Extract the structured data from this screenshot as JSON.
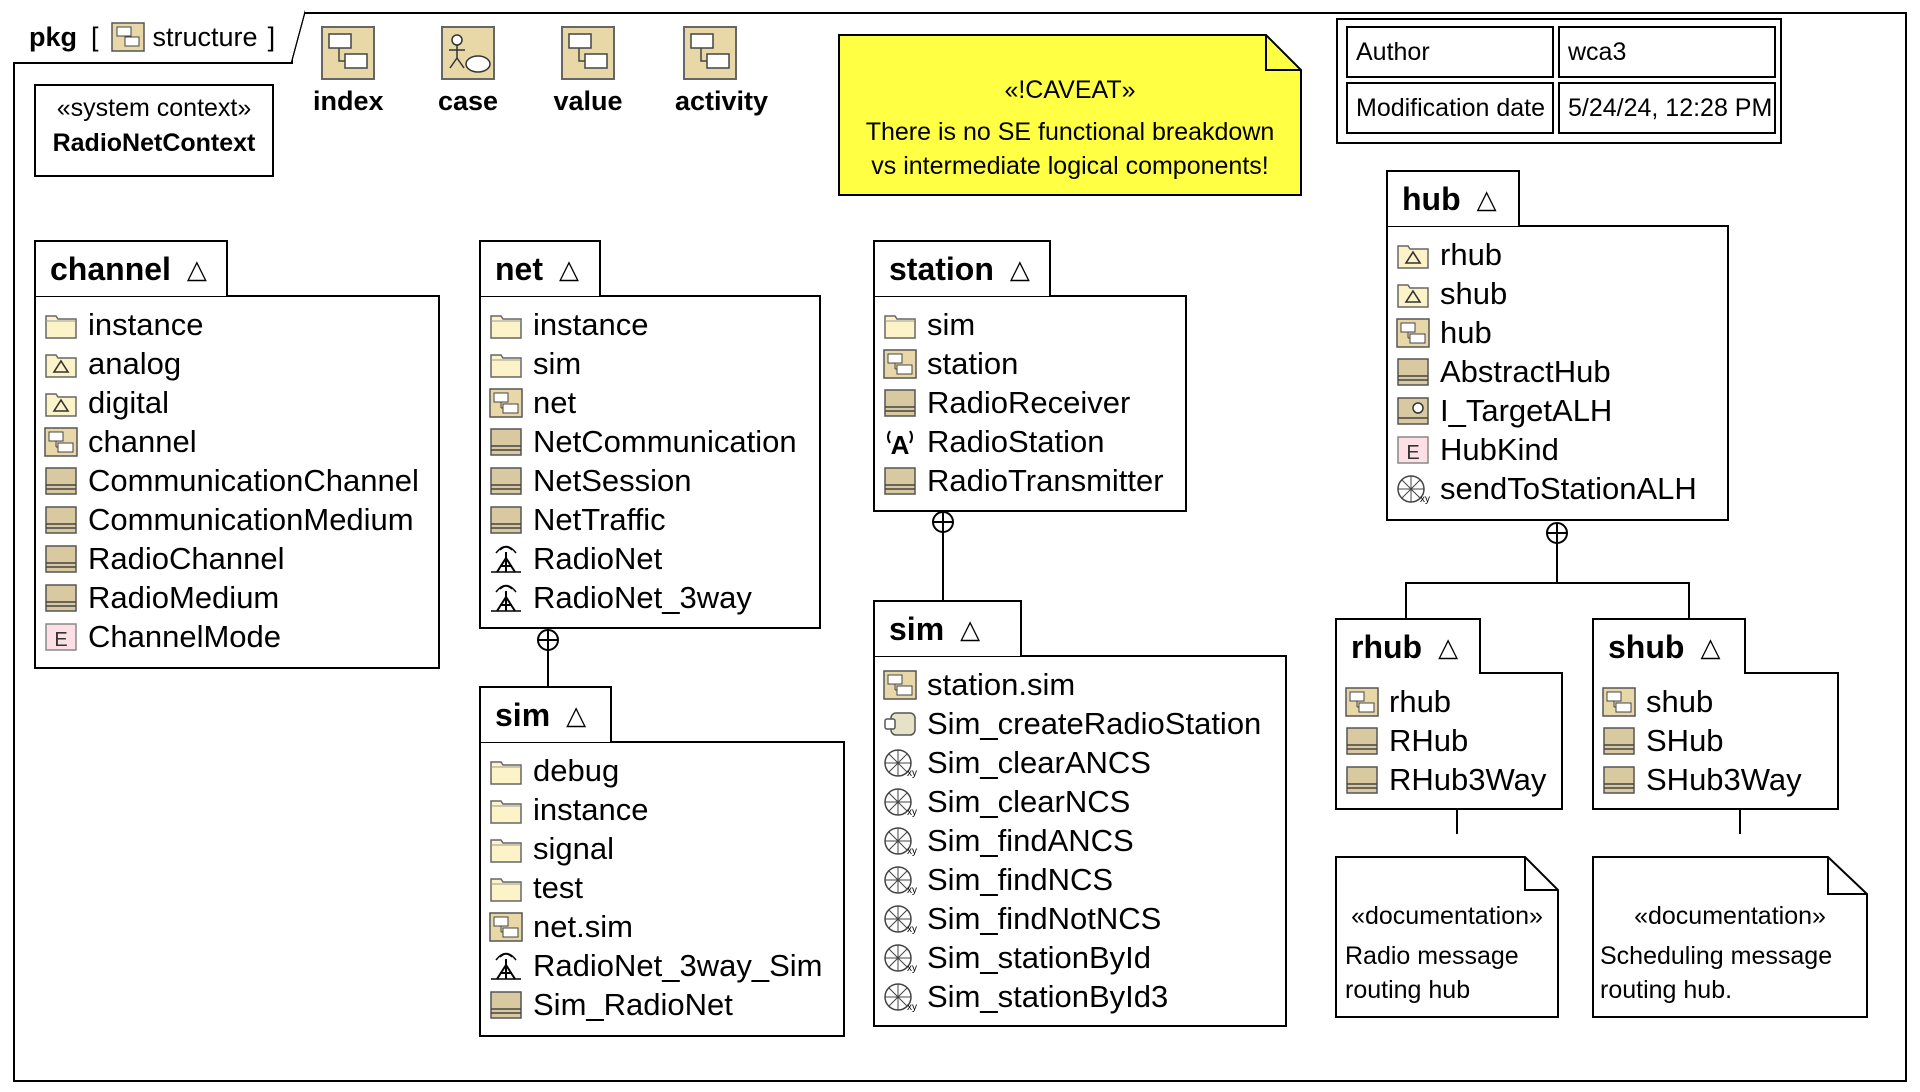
{
  "header": {
    "kind": "pkg",
    "name": "structure"
  },
  "context": {
    "stereotype": "«system context»",
    "name": "RadioNetContext"
  },
  "top_icons": [
    {
      "label": "index",
      "icon": "package-diagram-icon"
    },
    {
      "label": "case",
      "icon": "use-case-diagram-icon"
    },
    {
      "label": "value",
      "icon": "package-diagram-icon"
    },
    {
      "label": "activity",
      "icon": "package-diagram-icon"
    }
  ],
  "caveat": {
    "title": "«!CAVEAT»",
    "line1": "There is no SE functional breakdown",
    "line2": "vs intermediate logical components!",
    "color": "#ffff44"
  },
  "info": {
    "author_label": "Author",
    "author": "wca3",
    "date_label": "Modification date",
    "date": "5/24/24, 12:28 PM"
  },
  "colors": {
    "folder": "#fdf3c8",
    "diagram": "#e8d8a8",
    "block": "#d9c9a0",
    "enum": "#fde0e6"
  },
  "packages": {
    "channel": {
      "name": "channel",
      "items": [
        {
          "label": "instance",
          "icon": "folder-icon"
        },
        {
          "label": "analog",
          "icon": "subpackage-icon"
        },
        {
          "label": "digital",
          "icon": "subpackage-icon"
        },
        {
          "label": "channel",
          "icon": "diagram-icon"
        },
        {
          "label": "CommunicationChannel",
          "icon": "block-icon"
        },
        {
          "label": "CommunicationMedium",
          "icon": "block-icon"
        },
        {
          "label": "RadioChannel",
          "icon": "block-icon"
        },
        {
          "label": "RadioMedium",
          "icon": "block-icon"
        },
        {
          "label": "ChannelMode",
          "icon": "enum-icon"
        }
      ]
    },
    "net": {
      "name": "net",
      "items": [
        {
          "label": "instance",
          "icon": "folder-icon"
        },
        {
          "label": "sim",
          "icon": "folder-icon"
        },
        {
          "label": "net",
          "icon": "diagram-icon"
        },
        {
          "label": "NetCommunication",
          "icon": "block-icon"
        },
        {
          "label": "NetSession",
          "icon": "block-icon"
        },
        {
          "label": "NetTraffic",
          "icon": "block-icon"
        },
        {
          "label": "RadioNet",
          "icon": "antenna-icon"
        },
        {
          "label": "RadioNet_3way",
          "icon": "antenna-icon"
        }
      ]
    },
    "net_sim": {
      "name": "sim",
      "items": [
        {
          "label": "debug",
          "icon": "folder-icon"
        },
        {
          "label": "instance",
          "icon": "folder-icon"
        },
        {
          "label": "signal",
          "icon": "folder-icon"
        },
        {
          "label": "test",
          "icon": "folder-icon"
        },
        {
          "label": "net.sim",
          "icon": "diagram-icon"
        },
        {
          "label": "RadioNet_3way_Sim",
          "icon": "antenna-icon"
        },
        {
          "label": "Sim_RadioNet",
          "icon": "block-icon"
        }
      ]
    },
    "station": {
      "name": "station",
      "items": [
        {
          "label": "sim",
          "icon": "folder-icon"
        },
        {
          "label": "station",
          "icon": "diagram-icon"
        },
        {
          "label": "RadioReceiver",
          "icon": "block-icon"
        },
        {
          "label": "RadioStation",
          "icon": "radio-station-icon"
        },
        {
          "label": "RadioTransmitter",
          "icon": "block-icon"
        }
      ]
    },
    "station_sim": {
      "name": "sim",
      "items": [
        {
          "label": "station.sim",
          "icon": "diagram-icon"
        },
        {
          "label": "Sim_createRadioStation",
          "icon": "activity-icon"
        },
        {
          "label": "Sim_clearANCS",
          "icon": "function-icon"
        },
        {
          "label": "Sim_clearNCS",
          "icon": "function-icon"
        },
        {
          "label": "Sim_findANCS",
          "icon": "function-icon"
        },
        {
          "label": "Sim_findNCS",
          "icon": "function-icon"
        },
        {
          "label": "Sim_findNotNCS",
          "icon": "function-icon"
        },
        {
          "label": "Sim_stationById",
          "icon": "function-icon"
        },
        {
          "label": "Sim_stationById3",
          "icon": "function-icon"
        }
      ]
    },
    "hub": {
      "name": "hub",
      "items": [
        {
          "label": "rhub",
          "icon": "subpackage-icon"
        },
        {
          "label": "shub",
          "icon": "subpackage-icon"
        },
        {
          "label": "hub",
          "icon": "diagram-icon"
        },
        {
          "label": "AbstractHub",
          "icon": "block-icon"
        },
        {
          "label": "I_TargetALH",
          "icon": "interface-icon"
        },
        {
          "label": "HubKind",
          "icon": "enum-icon"
        },
        {
          "label": "sendToStationALH",
          "icon": "function-icon"
        }
      ]
    },
    "rhub": {
      "name": "rhub",
      "items": [
        {
          "label": "rhub",
          "icon": "diagram-icon"
        },
        {
          "label": "RHub",
          "icon": "block-icon"
        },
        {
          "label": "RHub3Way",
          "icon": "block-icon"
        }
      ]
    },
    "shub": {
      "name": "shub",
      "items": [
        {
          "label": "shub",
          "icon": "diagram-icon"
        },
        {
          "label": "SHub",
          "icon": "block-icon"
        },
        {
          "label": "SHub3Way",
          "icon": "block-icon"
        }
      ]
    }
  },
  "notes": {
    "rhub": {
      "stereotype": "«documentation»",
      "line1": "Radio message",
      "line2": "routing hub"
    },
    "shub": {
      "stereotype": "«documentation»",
      "line1": "Scheduling message",
      "line2": "routing hub."
    }
  }
}
